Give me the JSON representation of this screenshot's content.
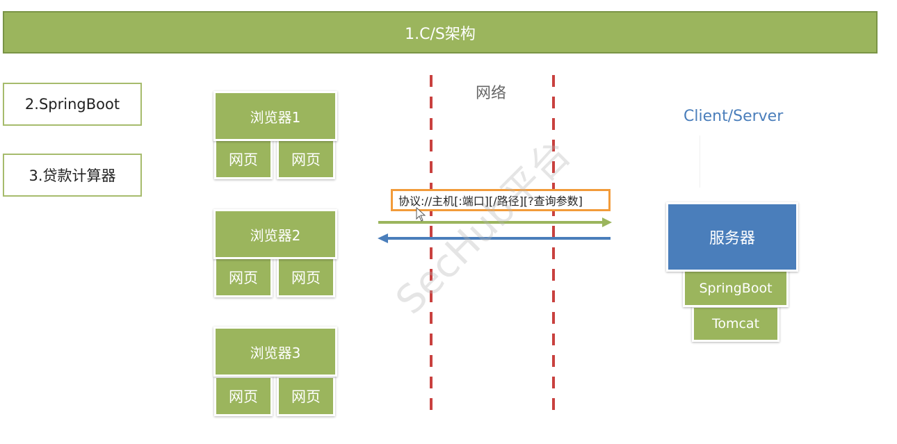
{
  "header": {
    "title": "1.C/S架构"
  },
  "sidebar": {
    "items": [
      {
        "label": "2.SpringBoot"
      },
      {
        "label": "3.贷款计算器"
      }
    ]
  },
  "clients": [
    {
      "label": "浏览器1",
      "pages": [
        "网页",
        "网页"
      ]
    },
    {
      "label": "浏览器2",
      "pages": [
        "网页",
        "网页"
      ]
    },
    {
      "label": "浏览器3",
      "pages": [
        "网页",
        "网页"
      ]
    }
  ],
  "network": {
    "label": "网络",
    "url_format": "协议://主机[:端口][/路径][?查询参数]",
    "request_arrow_color": "#9bb55d",
    "response_arrow_color": "#4a7ebb"
  },
  "server_side": {
    "heading": "Client/Server",
    "server_label": "服务器",
    "stack": [
      "SpringBoot",
      "Tomcat"
    ]
  },
  "watermark": "SecHub平台",
  "colors": {
    "green": "#9bb55d",
    "blue": "#4a7ebb",
    "orange": "#f29b3a",
    "red": "#c9413f"
  }
}
